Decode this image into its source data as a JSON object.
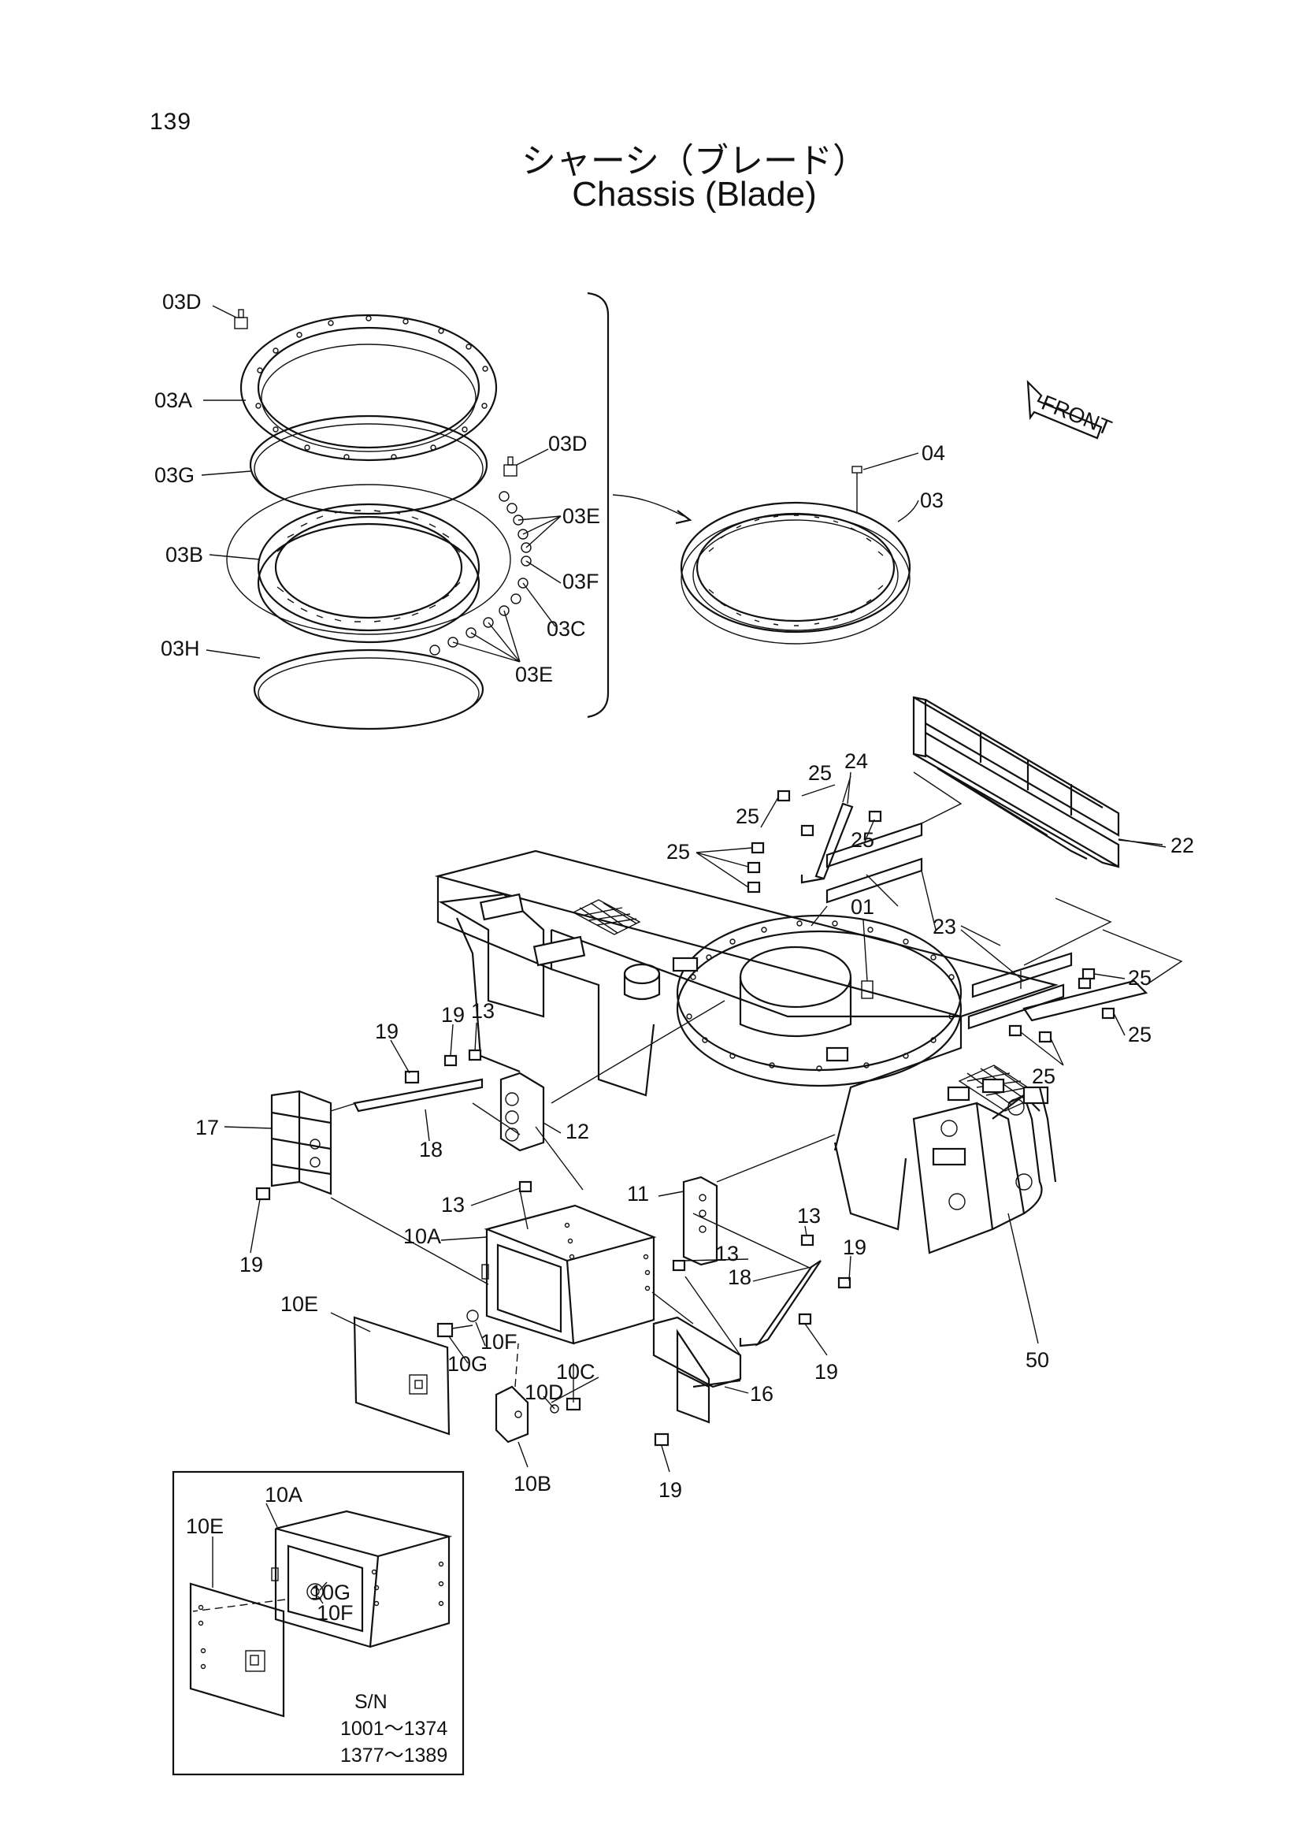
{
  "page_number": "139",
  "title_jp": "シャーシ（ブレード）",
  "title_en": "Chassis (Blade)",
  "front_label": "FRONT",
  "callouts": {
    "c03D_a": "03D",
    "c03A": "03A",
    "c03G": "03G",
    "c03B": "03B",
    "c03H": "03H",
    "c03D_b": "03D",
    "c03E_a": "03E",
    "c03F": "03F",
    "c03C": "03C",
    "c03E_b": "03E",
    "c04": "04",
    "c03": "03",
    "c24": "24",
    "c25_a": "25",
    "c25_b": "25",
    "c25_c": "25",
    "c25_d": "25",
    "c25_e": "25",
    "c25_f": "25",
    "c25_g": "25",
    "c22": "22",
    "c23": "23",
    "c01": "01",
    "c19_a": "19",
    "c13_a": "13",
    "c19_b": "19",
    "c17": "17",
    "c12": "12",
    "c18_a": "18",
    "c19_c": "19",
    "c13_b": "13",
    "c10A": "10A",
    "c11": "11",
    "c13_c": "13",
    "c13_d": "13",
    "c19_d": "19",
    "c18_b": "18",
    "c10E": "10E",
    "c10F": "10F",
    "c10G": "10G",
    "c10C": "10C",
    "c10D": "10D",
    "c19_e": "19",
    "c16": "16",
    "c10B": "10B",
    "c19_f": "19",
    "c50": "50"
  },
  "inset": {
    "c10A": "10A",
    "c10E": "10E",
    "c10G": "10G",
    "c10F": "10F",
    "sn_label": "S/N",
    "sn_range_1": "1001～1374",
    "sn_range_2": "1377～1389"
  }
}
